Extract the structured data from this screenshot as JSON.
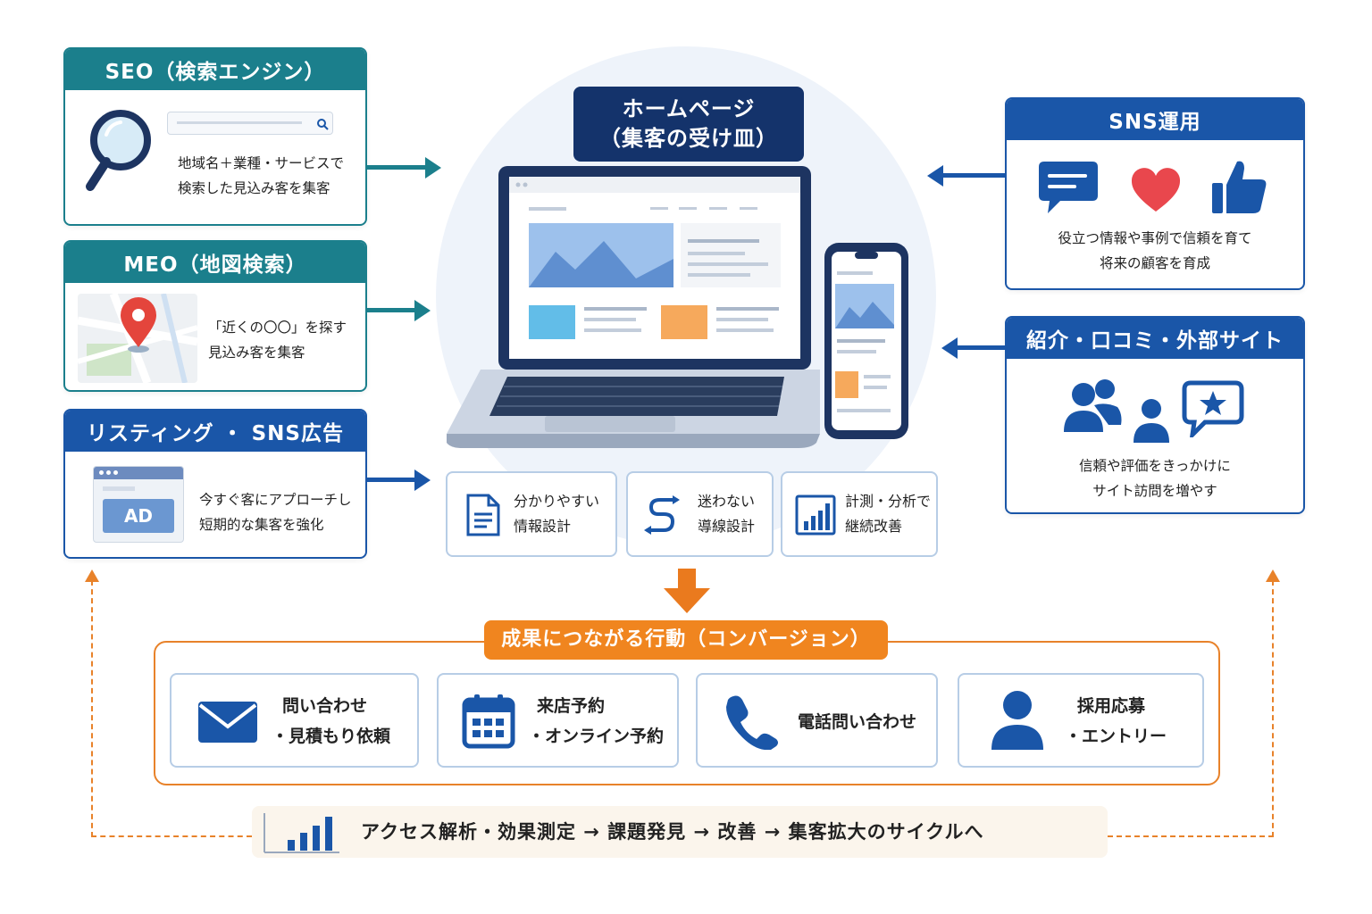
{
  "center": {
    "title_line1": "ホームページ",
    "title_line2": "（集客の受け皿）",
    "features": [
      {
        "line1": "分かりやすい",
        "line2": "情報設計",
        "icon": "document-icon"
      },
      {
        "line1": "迷わない",
        "line2": "導線設計",
        "icon": "route-icon"
      },
      {
        "line1": "計測・分析で",
        "line2": "継続改善",
        "icon": "bar-chart-icon"
      }
    ]
  },
  "left_channels": [
    {
      "title": "SEO（検索エンジン）",
      "line1": "地域名＋業種・サービスで",
      "line2": "検索した見込み客を集客",
      "icon": "magnifier-icon"
    },
    {
      "title": "MEO（地図検索）",
      "line1": "「近くの〇〇」を探す",
      "line2": "見込み客を集客",
      "icon": "map-pin-icon"
    },
    {
      "title": "リスティング ・ SNS広告",
      "line1": "今すぐ客にアプローチし",
      "line2": "短期的な集客を強化",
      "icon": "ad-icon",
      "ad_label": "AD"
    }
  ],
  "right_channels": [
    {
      "title": "SNS運用",
      "line1": "役立つ情報や事例で信頼を育て",
      "line2": "将来の顧客を育成"
    },
    {
      "title": "紹介・口コミ・外部サイト",
      "line1": "信頼や評価をきっかけに",
      "line2": "サイト訪問を増やす"
    }
  ],
  "conversion": {
    "title": "成果につながる行動（コンバージョン）",
    "items": [
      {
        "line1": "問い合わせ",
        "line2": "・見積もり依頼",
        "icon": "mail-icon"
      },
      {
        "line1": "来店予約",
        "line2": "・オンライン予約",
        "icon": "calendar-icon"
      },
      {
        "line1": "電話問い合わせ",
        "line2": "",
        "icon": "phone-icon"
      },
      {
        "line1": "採用応募",
        "line2": "・エントリー",
        "icon": "person-icon"
      }
    ]
  },
  "cycle": {
    "text": "アクセス解析・効果測定 → 課題発見 → 改善 → 集客拡大のサイクルへ"
  },
  "colors": {
    "teal": "#1b7f8c",
    "blue": "#1a56a8",
    "navy": "#14336b",
    "orange": "#f0851f"
  }
}
